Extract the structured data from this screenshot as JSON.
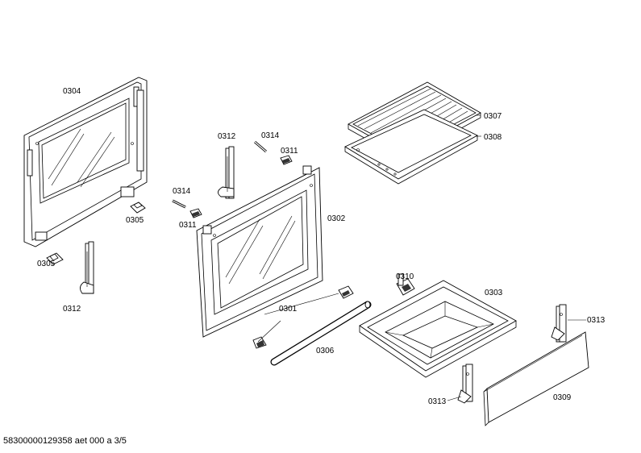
{
  "labels": {
    "p0304": "0304",
    "p0305a": "0305",
    "p0305b": "0305",
    "p0312a": "0312",
    "p0312b": "0312",
    "p0314a": "0314",
    "p0314b": "0314",
    "p0311a": "0311",
    "p0311b": "0311",
    "p0302": "0302",
    "p0307": "0307",
    "p0308": "0308",
    "p0310": "0310",
    "p0303": "0303",
    "p0301": "0301",
    "p0306": "0306",
    "p0313a": "0313",
    "p0313b": "0313",
    "p0309": "0309"
  },
  "footer": "58300000129358 aet 000 a 3/5"
}
